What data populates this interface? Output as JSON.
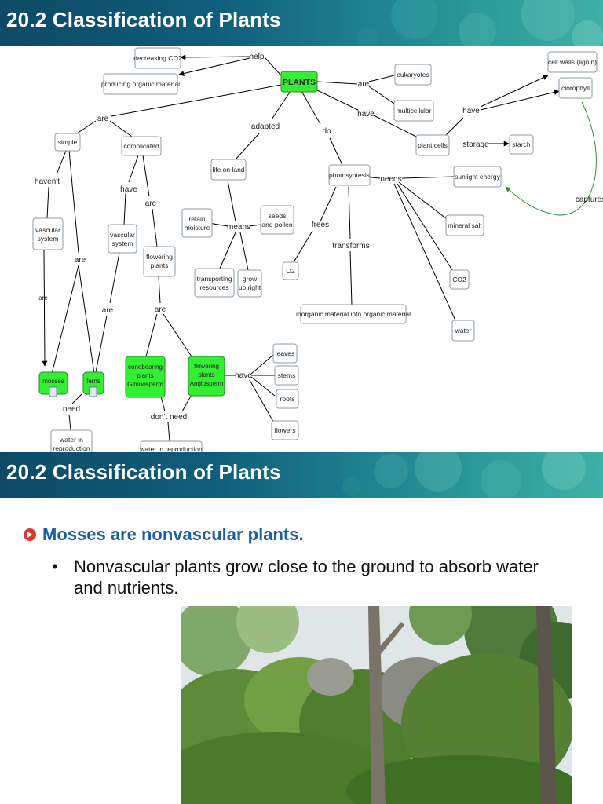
{
  "slide1": {
    "title": "20.2 Classification of Plants"
  },
  "slide2": {
    "title": "20.2 Classification of Plants",
    "bullet_main": "Mosses are nonvascular plants.",
    "bullet_sub": "Nonvascular plants grow close to the ground to absorb water and nutrients."
  },
  "concept_map": {
    "nodes": {
      "plants": "PLANTS",
      "decreasing_co2": "decreasing CO2",
      "producing_organic": "producing organic material",
      "eukaryotes": "eukaryotes",
      "multicellular": "multicellular",
      "cell_walls": "cell walls (lignin)",
      "clorophyll": "clorophyll",
      "simple": "simple",
      "complicated": "complicated",
      "life_on_land": "life on land",
      "photosyntesis": "photosyntesis",
      "plant_cells": "plant cells",
      "starch": "starch",
      "sunlight_energy": "sunlight energy",
      "vascular_system_1": "vascular system",
      "vascular_system_2": "vascular system",
      "flowering_plants": "flowering plants",
      "retain_moisture": "retain moisture",
      "seeds_pollen": "seeds and pollen",
      "transporting": "transporting resources",
      "grow_upright": "grow up right",
      "o2": "O2",
      "mineral_salt": "mineral salt",
      "co2": "CO2",
      "inorganic": "inorganic material into organic material",
      "water": "water",
      "mosses": "mosses",
      "ferns": "ferns",
      "conebearing": "conebearing plants Gimnosperm",
      "flowering_angio": "flowering plants Angiosperm",
      "leaves": "leaves",
      "stems": "stems",
      "roots": "roots",
      "flowers": "flowers",
      "water_repro_1": "water in reproduction",
      "water_repro_2": "water in reproduction"
    },
    "links": {
      "help": "help",
      "are_top": "are",
      "have_top": "have",
      "are_left": "are",
      "adapted": "adapted",
      "do": "do",
      "have_cells": "have",
      "storage": "storage",
      "havent": "haven't",
      "have_comp": "have",
      "are_comp": "are",
      "needs": "needs",
      "captures": "captures",
      "means": "means",
      "frees": "frees",
      "transforms": "transforms",
      "are_simple": "are",
      "are_vasc": "are",
      "are_flowering": "are",
      "are_small": "are",
      "have_angio": "have",
      "need": "need",
      "dont_need": "don't need"
    },
    "colors": {
      "highlight": "#33ee33",
      "node_border": "#8a9aa8",
      "line": "#000000",
      "captures_line": "#2e9a2e"
    }
  },
  "photo": {
    "description_icon": "moss-covered-rocks-photo"
  }
}
